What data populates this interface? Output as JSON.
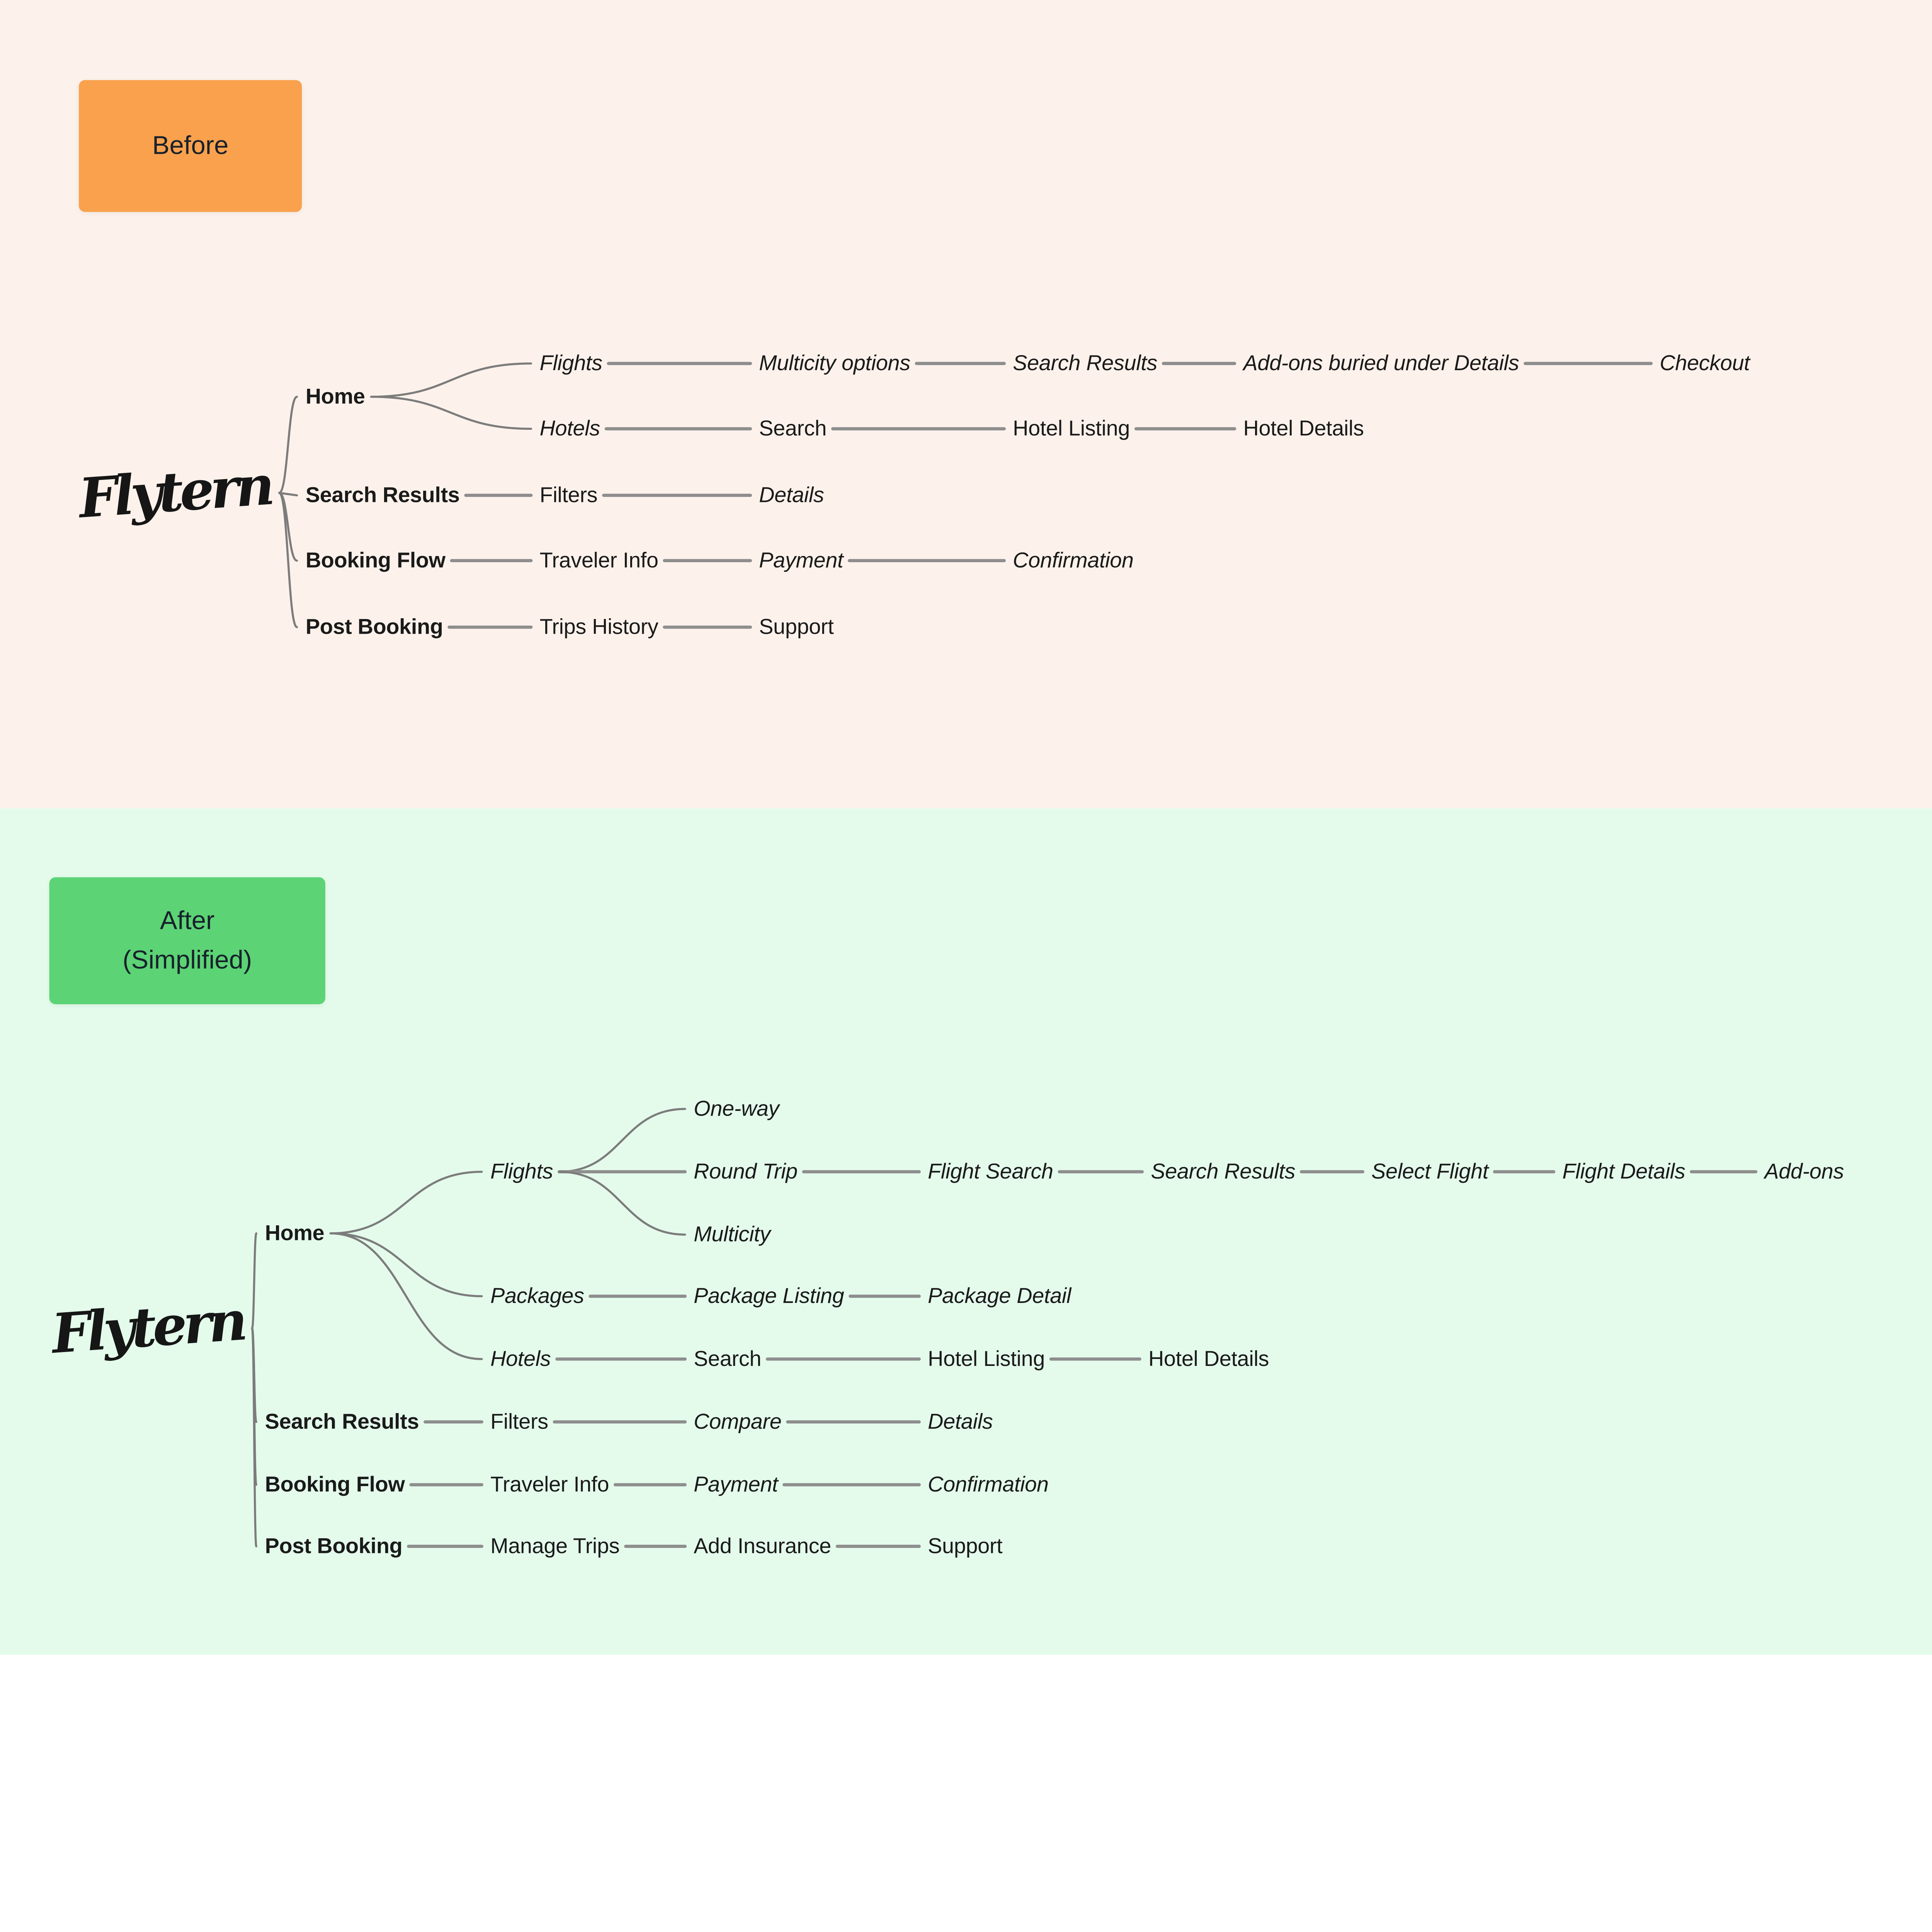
{
  "before": {
    "badge_label": "Before",
    "root_label": "Flytern",
    "colors": {
      "background": "#FDF2EB",
      "badge": "#F9A14D"
    },
    "nodes": {
      "home": "Home",
      "flights": "Flights",
      "multicity_options": "Multicity options",
      "search_results_flights": "Search Results",
      "addons_buried_under_details": "Add-ons buried under Details",
      "checkout": "Checkout",
      "hotels": "Hotels",
      "search": "Search",
      "hotel_listing": "Hotel Listing",
      "hotel_details": "Hotel Details",
      "search_results": "Search Results",
      "filters": "Filters",
      "details": "Details",
      "booking_flow": "Booking Flow",
      "traveler_info": "Traveler Info",
      "payment": "Payment",
      "confirmation": "Confirmation",
      "post_booking": "Post Booking",
      "trips_history": "Trips History",
      "support": "Support"
    }
  },
  "after": {
    "badge_line1": "After",
    "badge_line2": "(Simplified)",
    "root_label": "Flytern",
    "colors": {
      "background": "#E4FBEC",
      "badge": "#5CD375"
    },
    "nodes": {
      "home": "Home",
      "flights": "Flights",
      "one_way": "One-way",
      "round_trip": "Round Trip",
      "multicity": "Multicity",
      "flight_search": "Flight Search",
      "search_results_flights": "Search Results",
      "select_flight": "Select Flight",
      "flight_details": "Flight Details",
      "add_ons": "Add-ons",
      "packages": "Packages",
      "package_listing": "Package Listing",
      "package_detail": "Package Detail",
      "hotels": "Hotels",
      "search": "Search",
      "hotel_listing": "Hotel Listing",
      "hotel_details": "Hotel Details",
      "search_results": "Search Results",
      "filters": "Filters",
      "compare": "Compare",
      "details": "Details",
      "booking_flow": "Booking Flow",
      "traveler_info": "Traveler Info",
      "payment": "Payment",
      "confirmation": "Confirmation",
      "post_booking": "Post Booking",
      "manage_trips": "Manage Trips",
      "add_insurance": "Add Insurance",
      "support": "Support"
    }
  }
}
